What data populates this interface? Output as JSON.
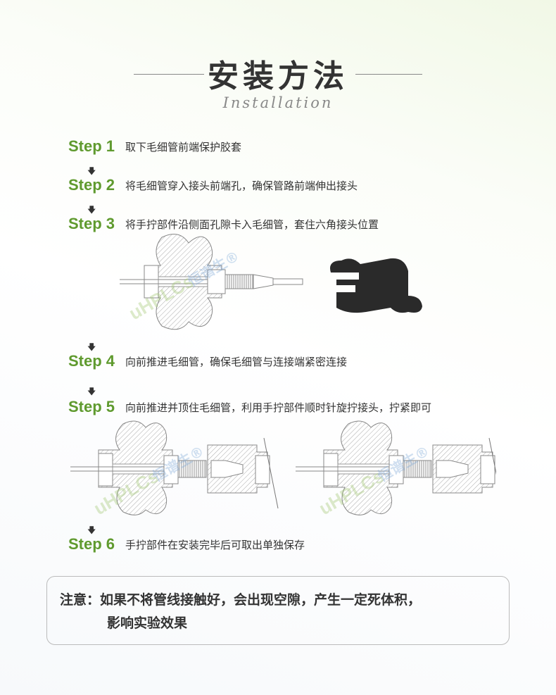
{
  "header": {
    "title": "安装方法",
    "subtitle": "Installation"
  },
  "colors": {
    "accent": "#5f9a2e",
    "text": "#333333",
    "box_border": "#bbbbbb"
  },
  "steps": [
    {
      "label": "Step 1",
      "text": "取下毛细管前端保护胶套"
    },
    {
      "label": "Step 2",
      "text": "将毛细管穿入接头前端孔，确保管路前端伸出接头"
    },
    {
      "label": "Step 3",
      "text": "将手拧部件沿侧面孔隙卡入毛细管，套住六角接头位置"
    },
    {
      "label": "Step 4",
      "text": "向前推进毛细管，确保毛细管与连接端紧密连接"
    },
    {
      "label": "Step 5",
      "text": "向前推进并顶住毛细管，利用手拧部件顺时针旋拧接头，拧紧即可"
    },
    {
      "label": "Step 6",
      "text": "手拧部件在安装完毕后可取出单独保存"
    }
  ],
  "arrow_icon": "down-arrow",
  "watermark": {
    "latin": "uHPLCs",
    "chinese": "恒谱生®"
  },
  "note": {
    "line1": "注意：如果不将管线接触好，会出现空隙，产生一定死体积，",
    "line2": "影响实验效果"
  }
}
